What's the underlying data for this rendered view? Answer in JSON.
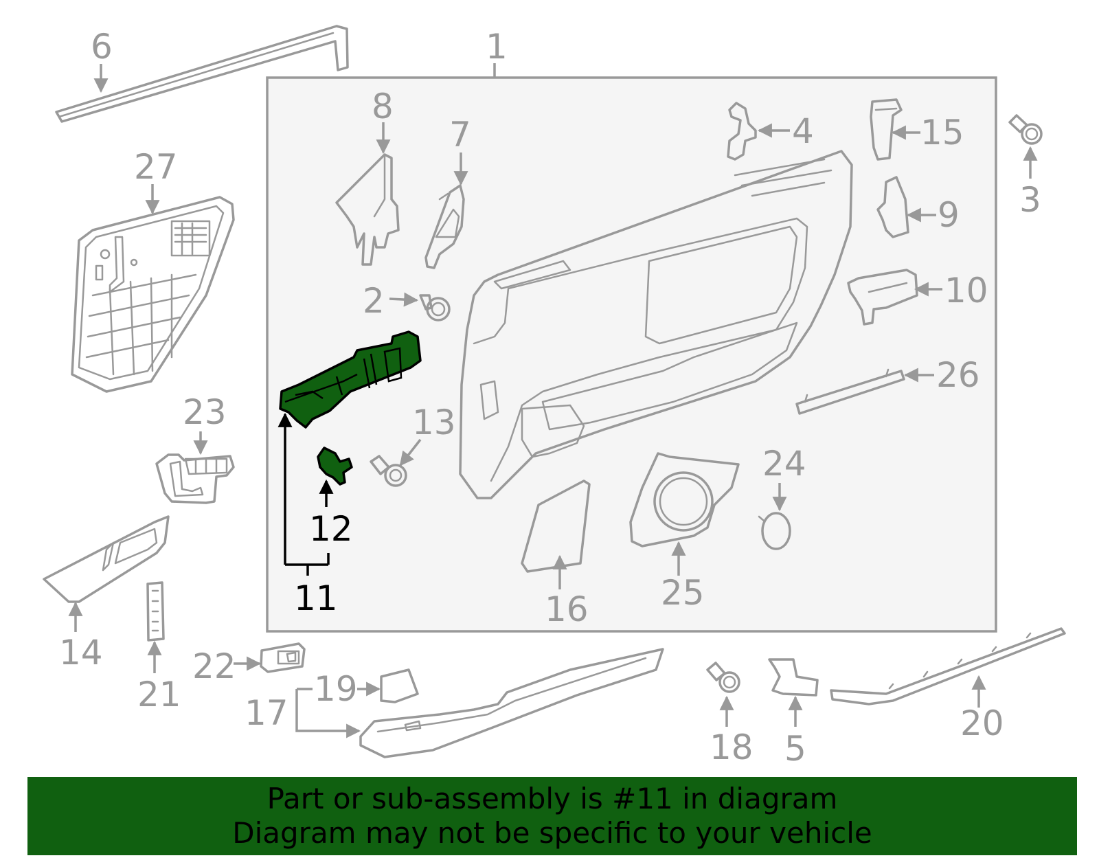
{
  "colors": {
    "outline": "#999999",
    "panel_fill": "#f5f5f5",
    "highlight_fill": "#106010",
    "banner_bg": "#106010",
    "banner_text": "#000000"
  },
  "labels": {
    "l1": "1",
    "l2": "2",
    "l3": "3",
    "l4": "4",
    "l5": "5",
    "l6": "6",
    "l7": "7",
    "l8": "8",
    "l9": "9",
    "l10": "10",
    "l11": "11",
    "l12": "12",
    "l13": "13",
    "l14": "14",
    "l15": "15",
    "l16": "16",
    "l17": "17",
    "l18": "18",
    "l19": "19",
    "l20": "20",
    "l21": "21",
    "l22": "22",
    "l23": "23",
    "l24": "24",
    "l25": "25",
    "l26": "26",
    "l27": "27"
  },
  "highlighted_parts": [
    "11",
    "12"
  ],
  "banner": {
    "line1": "Part or sub-assembly is #11 in diagram",
    "line2": "Diagram may not be specific to your vehicle"
  }
}
